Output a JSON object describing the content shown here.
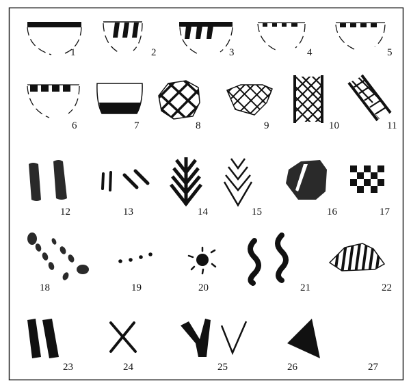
{
  "figure": {
    "motif_labels": [
      "1",
      "2",
      "3",
      "4",
      "5",
      "6",
      "7",
      "8",
      "9",
      "10",
      "11",
      "12",
      "13",
      "14",
      "15",
      "16",
      "17",
      "18",
      "19",
      "20",
      "21",
      "22",
      "23",
      "24",
      "25",
      "26",
      "27"
    ]
  },
  "colors": {
    "ink": "#111111",
    "paper": "#ffffff",
    "frame": "#222222"
  }
}
